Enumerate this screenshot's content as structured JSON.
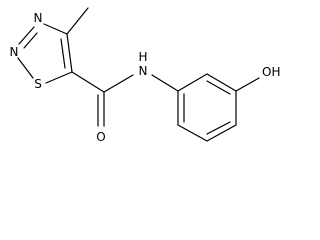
{
  "molecule": {
    "atoms": {
      "n_ring_top": "N",
      "n_ring_left": "N",
      "s_ring": "S",
      "n_amide": "N",
      "h_amide": "H",
      "o_carbonyl": "O",
      "oh_group": "OH"
    }
  }
}
